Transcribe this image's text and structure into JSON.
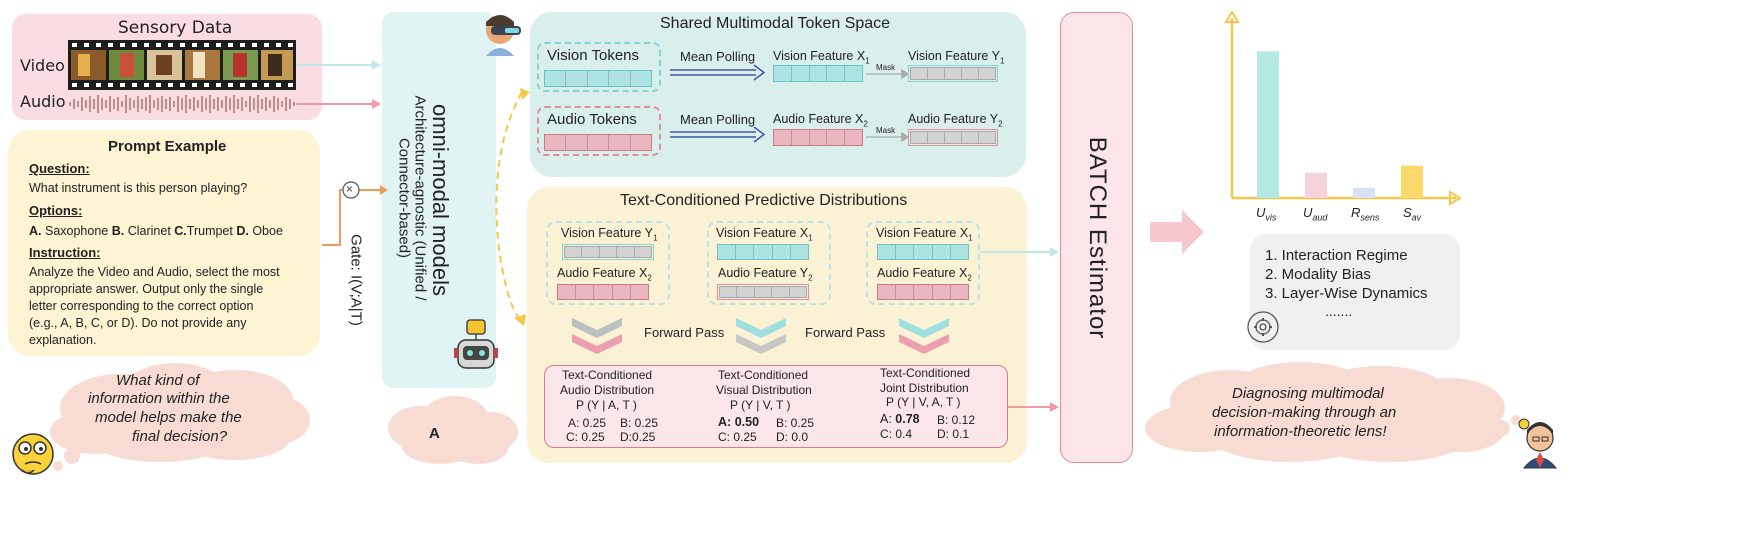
{
  "sensory": {
    "title": "Sensory Data",
    "video_label": "Video",
    "audio_label": "Audio"
  },
  "prompt": {
    "title": "Prompt Example",
    "question_head": "Question:",
    "question_text": "What instrument is this person playing?",
    "options_head": "Options:",
    "options": [
      {
        "key": "A.",
        "text": "Saxophone"
      },
      {
        "key": "B.",
        "text": "Clarinet"
      },
      {
        "key": "C.",
        "text": "Trumpet"
      },
      {
        "key": "D.",
        "text": "Oboe"
      }
    ],
    "instruction_head": "Instruction:",
    "instruction_lines": [
      "Analyze the Video and Audio, select the most",
      "appropriate answer. Output only the single",
      "letter corresponding to the correct option",
      "(e.g., A, B, C, or D). Do not provide any",
      "explanation."
    ]
  },
  "thought_left": {
    "lines": [
      "What kind of",
      "information within the",
      "model helps make the",
      "final decision?"
    ]
  },
  "gate": {
    "symbol": "×",
    "label": "Gate: I(V;A|T)"
  },
  "omni": {
    "title": "omni-modal models",
    "subtitle_1": "Architecture-agnostic (Unified /",
    "subtitle_2": "Connector-based)",
    "output": "A"
  },
  "shared": {
    "title": "Shared Multimodal Token Space",
    "vision_tokens": "Vision Tokens",
    "audio_tokens": "Audio Tokens",
    "mean_polling_1": "Mean Polling",
    "mean_polling_2": "Mean Polling",
    "vision_feature_x": "Vision Feature X",
    "vision_feature_x_sub": "1",
    "vision_feature_y": "Vision Feature Y",
    "vision_feature_y_sub": "1",
    "audio_feature_x": "Audio Feature X",
    "audio_feature_x_sub": "2",
    "audio_feature_y": "Audio Feature Y",
    "audio_feature_y_sub": "2",
    "mask_1": "Mask",
    "mask_2": "Mask"
  },
  "tcpd": {
    "title": "Text-Conditioned Predictive Distributions",
    "groups": [
      {
        "top": "Vision Feature Y",
        "top_sub": "1",
        "bottom": "Audio Feature X",
        "bottom_sub": "2"
      },
      {
        "top": "Vision Feature X",
        "top_sub": "1",
        "bottom": "Audio Feature Y",
        "bottom_sub": "2"
      },
      {
        "top": "Vision Feature X",
        "top_sub": "1",
        "bottom": "Audio Feature X",
        "bottom_sub": "2"
      }
    ],
    "forward_pass_1": "Forward Pass",
    "forward_pass_2": "Forward Pass",
    "distributions": [
      {
        "line1": "Text-Conditioned",
        "line2": "Audio Distribution",
        "formula": "P (Y | A, T )",
        "r1": [
          "A: 0.25",
          "B: 0.25"
        ],
        "r2": [
          "C: 0.25",
          "D:0.25"
        ]
      },
      {
        "line1": "Text-Conditioned",
        "line2": "Visual Distribution",
        "formula": "P (Y | V, T )",
        "r1a_key": "A:",
        "r1a_val": "0.50",
        "r1b": "B: 0.25",
        "r2": [
          "C:  0.25",
          "D: 0.0"
        ]
      },
      {
        "line1": "Text-Conditioned",
        "line2": "Joint Distribution",
        "formula": "P (Y | V, A, T )",
        "r1a_key": "A:",
        "r1a_val": "0.78",
        "r1b": "B: 0.12",
        "r2": [
          "C:  0.4",
          "D: 0.1"
        ]
      }
    ]
  },
  "estimator": {
    "label": "BATCH Estimator"
  },
  "chart_data": {
    "type": "bar",
    "categories": [
      "U_vis",
      "U_aud",
      "R_sens",
      "S_av"
    ],
    "tick_labels": [
      {
        "main": "U",
        "sub": "vis"
      },
      {
        "main": "U",
        "sub": "aud"
      },
      {
        "main": "R",
        "sub": "sens"
      },
      {
        "main": "S",
        "sub": "av"
      }
    ],
    "values": [
      100,
      17,
      7,
      22
    ],
    "colors": [
      "#b3e8e3",
      "#f6d3da",
      "#d7e0f4",
      "#fbd96a"
    ],
    "axis_color": "#f3c84a",
    "ylim": [
      0,
      120
    ],
    "grid": false
  },
  "findings": {
    "items": [
      "1. Interaction Regime",
      "2. Modality Bias",
      "3. Layer-Wise Dynamics",
      "......."
    ]
  },
  "thought_right": {
    "lines": [
      "Diagnosing multimodal",
      "decision-making through an",
      "information-theoretic lens!"
    ]
  },
  "colors": {
    "sensory_bg": "#f9dde3",
    "prompt_bg": "#fdf4d3",
    "omni_bg": "#dff4f3",
    "shared_bg": "#d9efeb",
    "tcpd_bg": "#fbf1d4",
    "estimator_bg": "#fbe5e8",
    "cloud": "#f8dcd3",
    "findings_bg": "#f0f0f0",
    "teal": "#aee3e3",
    "pink": "#eab7c1",
    "grey": "#d3d3d3"
  }
}
